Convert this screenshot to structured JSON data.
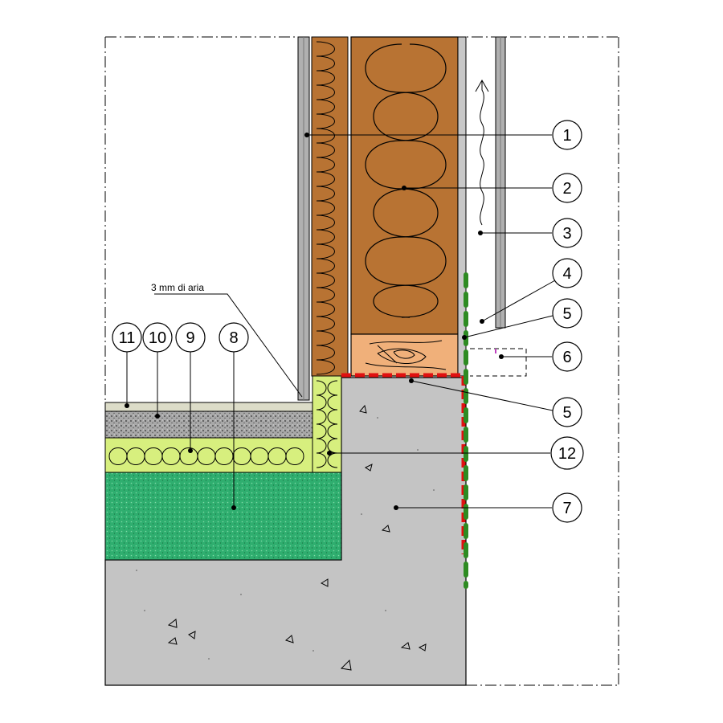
{
  "note": {
    "text": "3 mm di aria"
  },
  "callouts": [
    {
      "id": "c1",
      "label": "1"
    },
    {
      "id": "c2",
      "label": "2"
    },
    {
      "id": "c3",
      "label": "3"
    },
    {
      "id": "c4",
      "label": "4"
    },
    {
      "id": "c5a",
      "label": "5"
    },
    {
      "id": "c6",
      "label": "6"
    },
    {
      "id": "c5b",
      "label": "5"
    },
    {
      "id": "c12",
      "label": "12"
    },
    {
      "id": "c7",
      "label": "7"
    },
    {
      "id": "c11",
      "label": "11"
    },
    {
      "id": "c10",
      "label": "10"
    },
    {
      "id": "c9",
      "label": "9"
    },
    {
      "id": "c8",
      "label": "8"
    }
  ],
  "colors": {
    "wood": "#b87333",
    "wood_dark": "#8a4a1a",
    "concrete": "#c4c4c4",
    "screed_green": "#2fae6f",
    "insulation_yellow": "#d7ef7e",
    "gravel": "#9b9b9b",
    "floor_finish": "#dcdcc8",
    "membrane_green": "#2e8b22",
    "membrane_red": "#e01010",
    "board_grey": "#b0b0b0",
    "sill_wood": "#f0b07a"
  }
}
